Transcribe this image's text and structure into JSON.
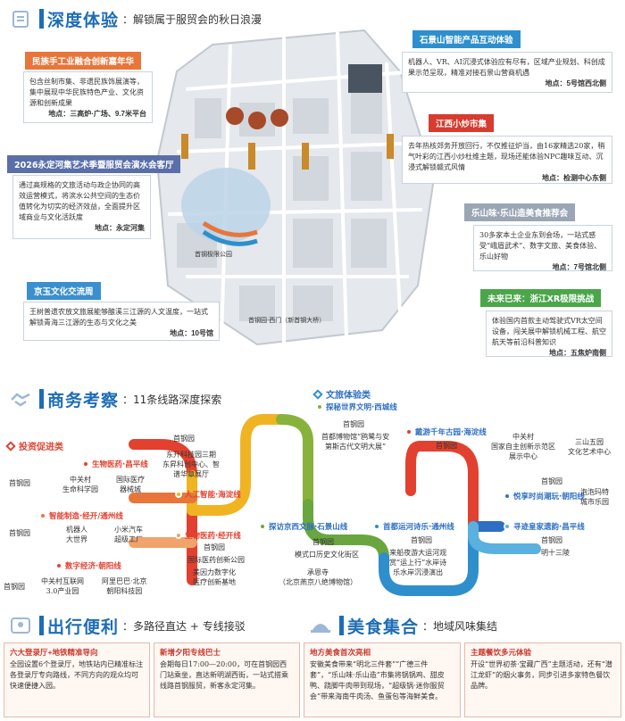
{
  "sections": {
    "experience": {
      "title": "深度体验",
      "subtitle": "：解锁属于服贸会的秋日浪漫"
    },
    "business": {
      "title": "商务考察",
      "subtitle": "：11条线路深度探索"
    },
    "travel": {
      "title": "出行便利",
      "subtitle": "：多路径直达 + 专线接驳"
    },
    "food": {
      "title": "美食集合",
      "subtitle": "：地域风味集结"
    }
  },
  "events": [
    {
      "tag": "民族手工业融合创新嘉年华",
      "text": "包含丝制市集、非遗民族饰展演等，集中展现中华民族特色产业、文化资源和创新成果",
      "loc": "地点：三高炉·广场、9.7米平台"
    },
    {
      "tag": "2026永定河集艺术季暨服贸会演水会客厅",
      "text": "通过高规格的文旅活动与政企协同的高效运营模式，将滨水公共空间的生态价值转化为切实的经济效益，全面提升区域商业与文化活跃度",
      "loc": "地点：永定河集"
    },
    {
      "tag": "京玉文化交流周",
      "text": "王树普遗农放文旅展能够酿溪三江源的人文温度，一站式解锁青海三江源的生态与文化之美",
      "loc": "地点：10号馆"
    },
    {
      "tag": "石景山智能产品互动体验",
      "text": "机器人、VR、AI沉浸式体验应有尽有，区域产业规划、科创成果示范呈现，精准对接石景山营商机遇",
      "loc": "地点：5号馆西北侧"
    },
    {
      "tag": "江西小炒市集",
      "text": "去年热核郊务开放回行，不仅推征炉当，由16家精选20家，稍气叶彩的江西小炒杜维主题，现场还能体验NPC趣味互动、沉浸式解锁赣式风情",
      "loc": "地点：检测中心东侧"
    },
    {
      "tag": "乐山味·乐山造美食推荐会",
      "text": "30多家本土企业东到会场，一站式感受“峨眉武术”、数字文旅、美食体验、乐山好物",
      "loc": "地点：7号馆北侧"
    },
    {
      "tag": "未来已来：浙江XR极限挑战",
      "text": "体验国内首款主动驾驶式VR太空间设备，闯关展中解锁机械工程、航空航天等前沿科普知识",
      "loc": "地点：五焦炉南侧"
    }
  ],
  "routes": {
    "investment_label": "投资促进类",
    "culture_label": "文旅体验类",
    "lines": [
      {
        "name": "生物医药·昌平线",
        "color": "#e2412f"
      },
      {
        "name": "人工智能·海淀线",
        "color": "#f0b423"
      },
      {
        "name": "智能制造·经开/通州线",
        "color": "#e8763a"
      },
      {
        "name": "生物医药·经开线",
        "color": "#f0a36a"
      },
      {
        "name": "数字经济·朝阳线",
        "color": "#e2412f"
      },
      {
        "name": "探秘世界文明·西城线",
        "color": "#87b23c"
      },
      {
        "name": "探访京西文脉·石景山线",
        "color": "#6aa640"
      },
      {
        "name": "戴游千年古园·海淀线",
        "color": "#e2412f"
      },
      {
        "name": "首都运河诗乐·通州线",
        "color": "#2e8fcc"
      },
      {
        "name": "悦享时尚潮玩·朝阳线",
        "color": "#2e6fc4"
      },
      {
        "name": "寻迹皇家遗韵·昌平线",
        "color": "#5ab0de"
      }
    ],
    "stops": {
      "s1": "首钢园",
      "s2": "中关村\n生命科学园",
      "s3": "国际医疗\n器械城",
      "s4": "首钢园",
      "s5": "机器人\n大世界",
      "s6": "小米汽车\n超级工厂",
      "s7": "首钢园",
      "s8": "中关村互联网\n3.0产业园",
      "s9": "阿里巴巴·北京\n朝阳科技园",
      "s10": "首钢园",
      "s11": "东升科技园三期\n东昇科创中心、智\n谱华章展厅",
      "s12": "首钢园",
      "s13": "国际医药创新公园",
      "s14": "美因力数字化\n医疗创新基地",
      "s15": "首钢园",
      "s16": "首都博物馆“鸥鹭与安\n第斯古代文明大展”",
      "s17": "首钢园",
      "s18": "模式口历史文化街区",
      "s19": "承恩寺\n（北京燕京八绝博物馆）",
      "s20": "首钢园",
      "s21": "中关村\n国家自主创新示范区\n展示中心",
      "s22": "三山五园\n文化艺术中心",
      "s23": "首钢园",
      "s24": "来船夜游大运河观\n赏“运上行”水岸诗\n乐水岸沉浸演出",
      "s25": "首钢园",
      "s26": "泡泡玛特\n城市乐园",
      "s27": "首钢园",
      "s28": "明十三陵"
    }
  },
  "travel": [
    {
      "title": "六大登录厅+地铁精准导向",
      "text": "全园设置6个登录厅，地铁站内已精准标注各登录厅专向路线，不同方向的观众均可快速便捷入园。"
    },
    {
      "title": "新增夕阳专线巴士",
      "text": "会期每日17:00—20:00，可在首钢园西门站乘坐，直达新明湖西街，一站式搭乘线路首钢服贸，新客永定河集。"
    }
  ],
  "food": [
    {
      "title": "地方美食首次亮相",
      "text": "安徽美食带来“明北三件套”“广德三件套”，“乐山味·乐山造”市集将锅锅鸡、甜皮鸭、跷脚牛肉带到现场，“超级锅·迷你服贸会”带来海南牛肉汤、鱼蛋包等海鲜美食。"
    },
    {
      "title": "主题餐饮多元体验",
      "text": "开设“世界初茶·宝藏广西”主题活动，还有“潜江龙虾”的烟火事务，同步引进多家特色餐饮品牌。"
    }
  ],
  "map": {
    "gate_label": "首钢园·西门（新首钢大桥）",
    "pin_label": "首钢极限公园"
  },
  "colors": {
    "blue": "#1e6db5",
    "red": "#e2412f",
    "orange": "#f08a3c",
    "yellow": "#f0b423",
    "green": "#7cb342",
    "sky": "#2e8fcc"
  }
}
